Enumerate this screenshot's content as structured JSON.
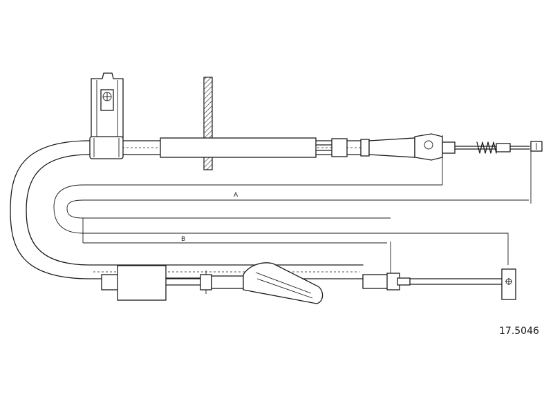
{
  "dimensions": {
    "a_label": "A",
    "b_label": "B"
  },
  "part_number": "17.5046"
}
